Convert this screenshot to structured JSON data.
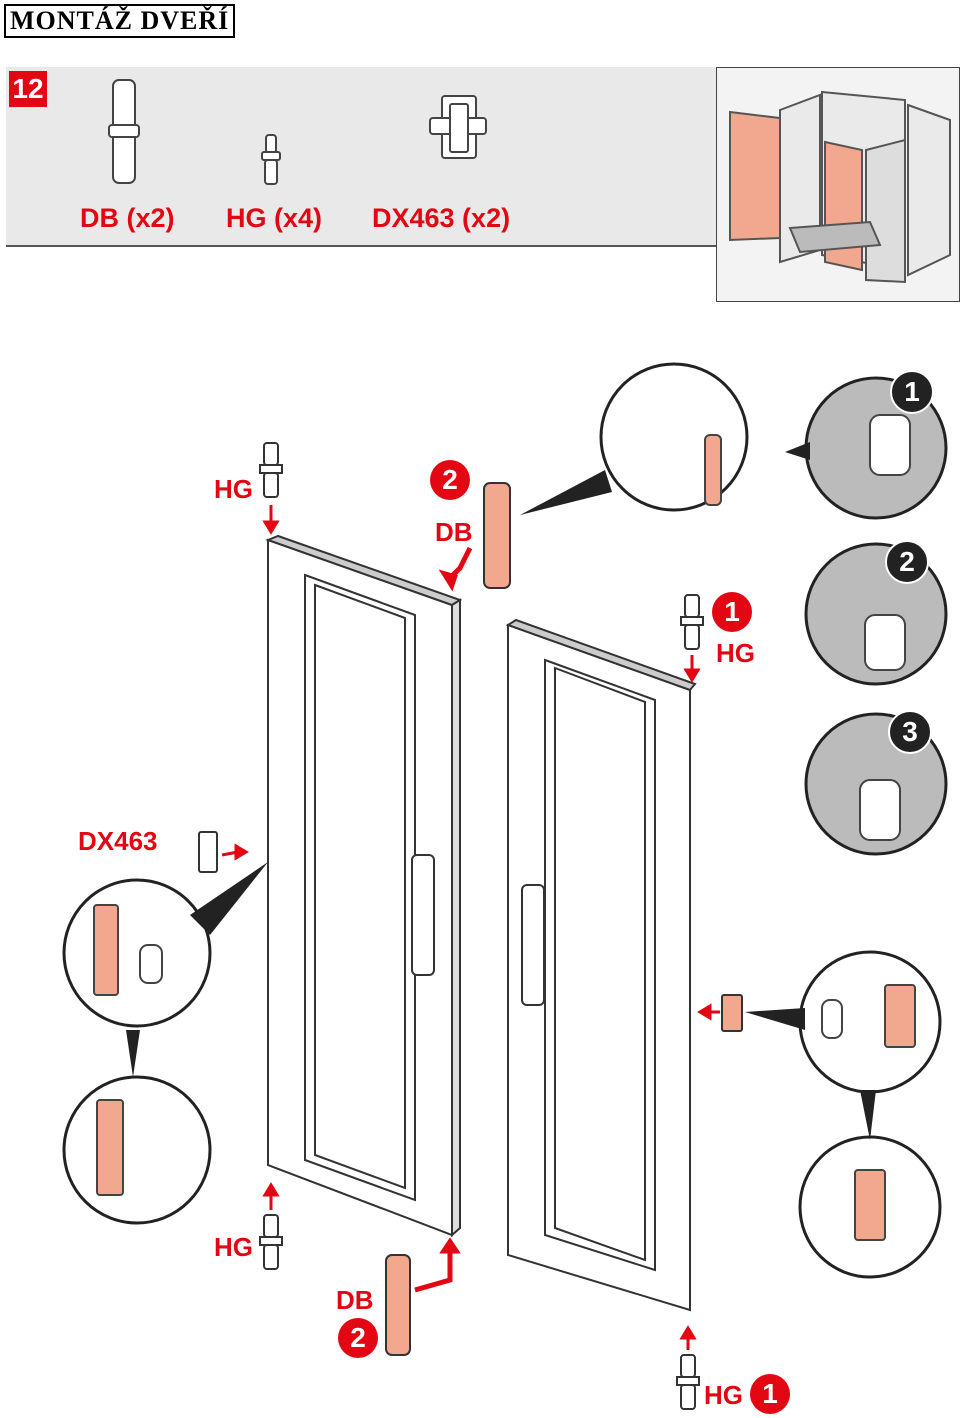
{
  "header": {
    "title": "MONTÁŽ DVEŘÍ"
  },
  "step_number": "12",
  "parts": [
    {
      "label": "DB (x2)"
    },
    {
      "label": "HG (x4)"
    },
    {
      "label": "DX463 (x2)"
    }
  ],
  "callouts": {
    "hg": "HG",
    "db": "DB",
    "dx463": "DX463"
  },
  "badges": {
    "one": "1",
    "two": "2",
    "three": "3"
  },
  "colors": {
    "accent": "#e30613",
    "part_fill": "#f2a88e",
    "line": "#333333"
  }
}
